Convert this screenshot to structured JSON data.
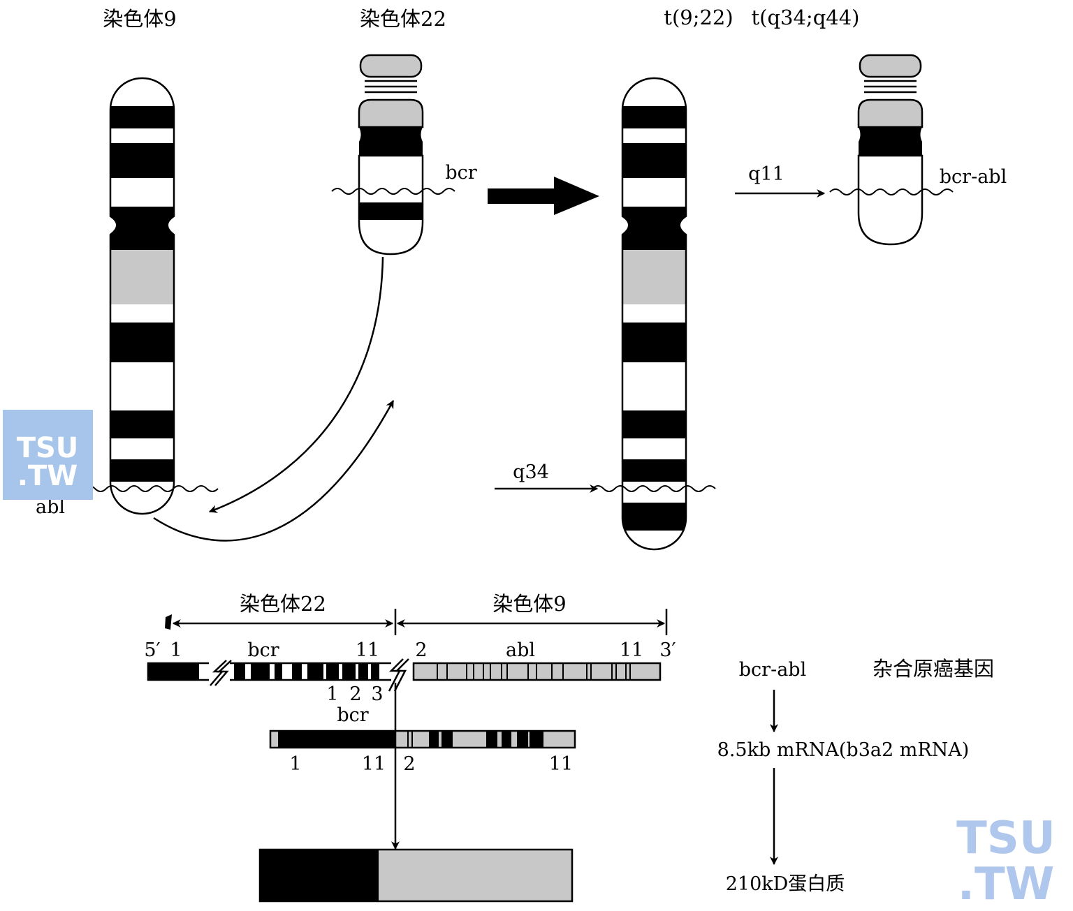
{
  "titles": {
    "chr9": "染色体9",
    "chr22": "染色体22",
    "translocation_a": "t(9;22)",
    "translocation_b": "t(q34;q44)"
  },
  "labels": {
    "bcr_top": "bcr",
    "abl_top": "abl",
    "q11": "q11",
    "q34": "q34",
    "bcr_abl_top": "bcr-abl"
  },
  "gene_map": {
    "chr22": "染色体22",
    "chr9": "染色体9",
    "five_prime": "5′",
    "three_prime": "3′",
    "bcr": "bcr",
    "abl": "abl",
    "bcr_1": "1",
    "bcr_11": "11",
    "abl_2": "2",
    "abl_11": "11",
    "breakpoints": [
      "1",
      "2",
      "3"
    ],
    "bcr_mid": "bcr",
    "mrna_1": "1",
    "mrna_11": "11",
    "mrna_2": "2",
    "mrna_11b": "11"
  },
  "pathway": {
    "gene": "bcr-abl",
    "gene_desc": "杂合原癌基因",
    "mrna": "8.5kb mRNA(b3a2 mRNA)",
    "protein": "210kD蛋白质"
  },
  "watermark": {
    "line1": "TSU",
    "line2": ".TW",
    "color": "#6f9be0"
  },
  "colors": {
    "dark_band": "#000000",
    "gray_band": "#c8c8c8",
    "light_band": "#ffffff"
  }
}
